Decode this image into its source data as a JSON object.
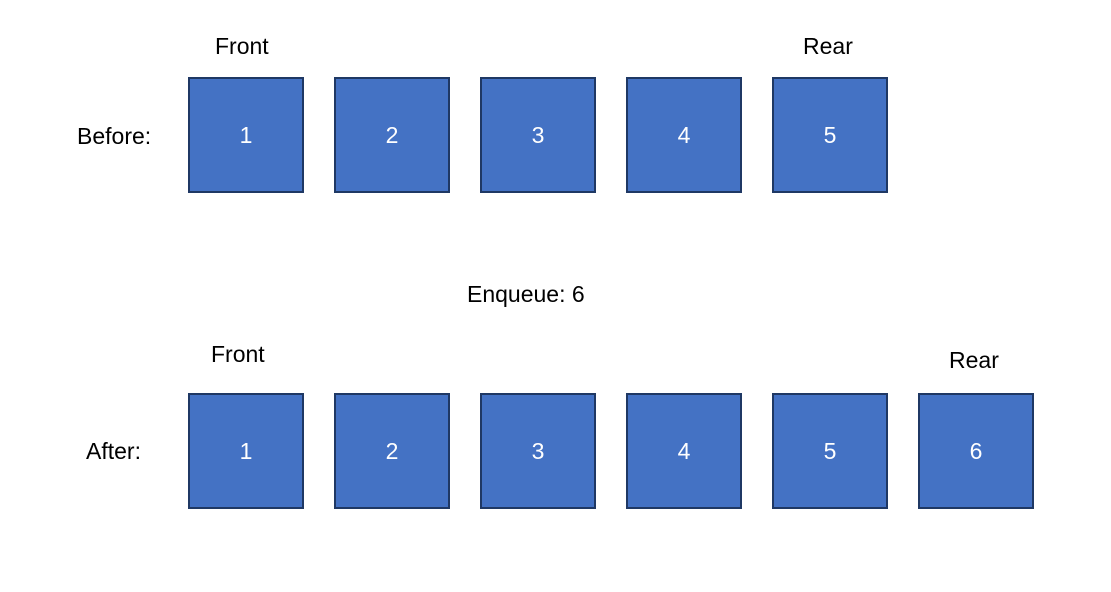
{
  "before": {
    "label": "Before:",
    "front_label": "Front",
    "rear_label": "Rear",
    "items": [
      "1",
      "2",
      "3",
      "4",
      "5"
    ]
  },
  "operation": "Enqueue: 6",
  "after": {
    "label": "After:",
    "front_label": "Front",
    "rear_label": "Rear",
    "items": [
      "1",
      "2",
      "3",
      "4",
      "5",
      "6"
    ]
  },
  "colors": {
    "box_fill": "#4472c4",
    "box_border": "#1f3864",
    "box_text": "#ffffff",
    "label_text": "#000000"
  }
}
